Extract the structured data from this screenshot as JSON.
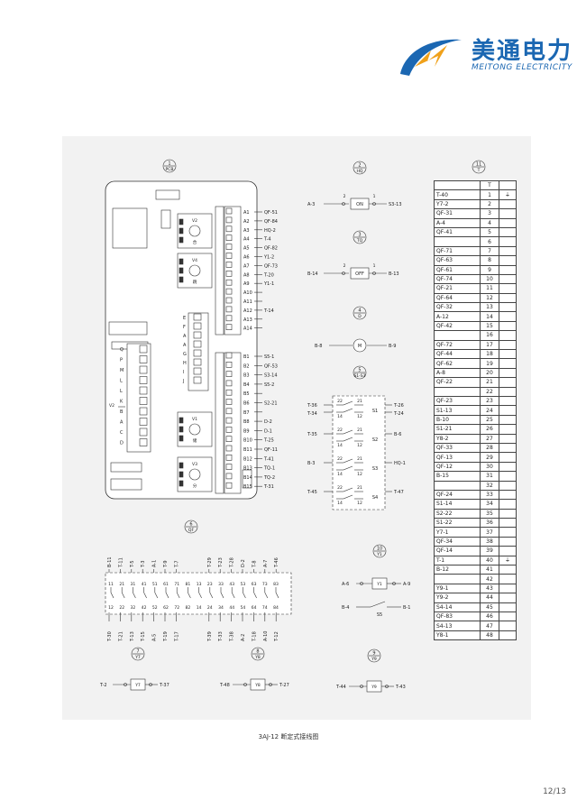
{
  "brand": {
    "name_cn": "美通电力",
    "name_en": "MEITONG ELECTRICITY",
    "primary_color": "#1b67b2",
    "accent_color": "#f0a11a"
  },
  "caption": "3AJ-12 断定式接线图",
  "page": "12/13",
  "components": {
    "pcb": {
      "num": "1",
      "tag": "PCB"
    },
    "hq": {
      "num": "2",
      "tag": "HQ",
      "left": "A-3",
      "right": "S3-13",
      "center": "ON"
    },
    "tq": {
      "num": "3",
      "tag": "TQ",
      "left": "B-14",
      "right": "B-13",
      "center": "OFF"
    },
    "d": {
      "num": "4",
      "tag": "D",
      "left": "B-8",
      "right": "B-9",
      "center": "M"
    },
    "s": {
      "num": "5",
      "tag": "S1-S3"
    },
    "qf": {
      "num": "6",
      "tag": "QF"
    },
    "y1": {
      "num": "10",
      "tag": "Y1",
      "left": "A-6",
      "right": "A-9",
      "left2": "B-4",
      "right2": "B-1",
      "s5": "S5",
      "center": "Y1"
    },
    "y7": {
      "num": "7",
      "tag": "Y7",
      "left": "T-2",
      "right": "T-37",
      "center": "Y7"
    },
    "y8": {
      "num": "8",
      "tag": "Y8",
      "left": "T-48",
      "right": "T-27",
      "center": "Y8"
    },
    "y9": {
      "num": "9",
      "tag": "Y9",
      "left": "T-44",
      "right": "T-43",
      "center": "Y9"
    },
    "terminal": {
      "num": "11",
      "tag": "T"
    }
  },
  "pcb_terminals": [
    {
      "pin": "A1",
      "sig": "QF-51"
    },
    {
      "pin": "A2",
      "sig": "QF-84"
    },
    {
      "pin": "A3",
      "sig": "HQ-2"
    },
    {
      "pin": "A4",
      "sig": "T-4"
    },
    {
      "pin": "A5",
      "sig": "QF-82"
    },
    {
      "pin": "A6",
      "sig": "Y1-2"
    },
    {
      "pin": "A7",
      "sig": "QF-73"
    },
    {
      "pin": "A8",
      "sig": "T-20"
    },
    {
      "pin": "A9",
      "sig": "Y1-1"
    },
    {
      "pin": "A10",
      "sig": ""
    },
    {
      "pin": "A11",
      "sig": ""
    },
    {
      "pin": "A12",
      "sig": "T-14"
    },
    {
      "pin": "A13",
      "sig": ""
    },
    {
      "pin": "A14",
      "sig": ""
    },
    {
      "pin": "B1",
      "sig": "S5-1"
    },
    {
      "pin": "B2",
      "sig": "QF-53"
    },
    {
      "pin": "B3",
      "sig": "S3-14"
    },
    {
      "pin": "B4",
      "sig": "S5-2"
    },
    {
      "pin": "B5",
      "sig": ""
    },
    {
      "pin": "B6",
      "sig": "S2-21"
    },
    {
      "pin": "B7",
      "sig": ""
    },
    {
      "pin": "B8",
      "sig": "D-2"
    },
    {
      "pin": "B9",
      "sig": "D-1"
    },
    {
      "pin": "B10",
      "sig": "T-25"
    },
    {
      "pin": "B11",
      "sig": "QF-11"
    },
    {
      "pin": "B12",
      "sig": "T-41"
    },
    {
      "pin": "B13",
      "sig": "TQ-1"
    },
    {
      "pin": "B14",
      "sig": "TQ-2"
    },
    {
      "pin": "B15",
      "sig": "T-31"
    }
  ],
  "pcb_small_labels": {
    "left_col": [
      "Q",
      "P",
      "M",
      "L",
      "L",
      "K",
      "B",
      "A",
      "C",
      "D"
    ],
    "mid_col": [
      "E",
      "F",
      "A",
      "A",
      "G",
      "H",
      "I",
      "J"
    ],
    "v2_label": "V2",
    "modules": [
      {
        "name": "V2",
        "sub": "合"
      },
      {
        "name": "V4",
        "sub": "跳"
      },
      {
        "name": "V1",
        "sub": "储"
      },
      {
        "name": "V3",
        "sub": "分"
      }
    ]
  },
  "switches": [
    {
      "left": "T-36",
      "right": "T-26",
      "top": "22",
      "top2": "21",
      "bot": "14",
      "bot2": "12",
      "left2": "T-34",
      "right2": "T-24",
      "name": "S1"
    },
    {
      "left": "T-35",
      "right": "B-6",
      "top": "22",
      "top2": "21",
      "bot": "14",
      "bot2": "12",
      "name": "S2"
    },
    {
      "left": "B-3",
      "right": "HQ-1",
      "top": "22",
      "top2": "21",
      "bot": "14",
      "bot2": "12",
      "name": "S3"
    },
    {
      "left": "T-45",
      "right": "T-47",
      "top": "22",
      "top2": "21",
      "bot": "14",
      "bot2": "12",
      "name": "S4"
    }
  ],
  "qf_top_labels": [
    "B-11",
    "T-11",
    "T-5",
    "T-3",
    "A-1",
    "T-9",
    "T-7",
    "T-29",
    "T-23",
    "T-28",
    "D-2",
    "T-8",
    "A-7",
    "T-46"
  ],
  "qf_bottom_labels": [
    "T-30",
    "T-21",
    "T-13",
    "T-15",
    "A-5",
    "T-19",
    "T-17",
    "T-39",
    "T-33",
    "T-38",
    "A-2",
    "T-18",
    "A-10",
    "T-12"
  ],
  "qf_contacts_top": [
    "11",
    "21",
    "31",
    "41",
    "51",
    "61",
    "71",
    "81",
    "13",
    "23",
    "33",
    "43",
    "53",
    "63",
    "73",
    "83"
  ],
  "qf_contacts_bot": [
    "12",
    "22",
    "32",
    "42",
    "52",
    "62",
    "72",
    "82",
    "14",
    "24",
    "34",
    "44",
    "54",
    "64",
    "74",
    "84"
  ],
  "terminal_table": [
    {
      "a": "T-40",
      "n": "1",
      "g": "⏚"
    },
    {
      "a": "Y7-2",
      "n": "2",
      "g": ""
    },
    {
      "a": "QF-31",
      "n": "3",
      "g": ""
    },
    {
      "a": "A-4",
      "n": "4",
      "g": ""
    },
    {
      "a": "QF-41",
      "n": "5",
      "g": ""
    },
    {
      "a": "",
      "n": "6",
      "g": ""
    },
    {
      "a": "QF-71",
      "n": "7",
      "g": ""
    },
    {
      "a": "QF-63",
      "n": "8",
      "g": ""
    },
    {
      "a": "QF-61",
      "n": "9",
      "g": ""
    },
    {
      "a": "QF-74",
      "n": "10",
      "g": ""
    },
    {
      "a": "QF-21",
      "n": "11",
      "g": ""
    },
    {
      "a": "QF-64",
      "n": "12",
      "g": ""
    },
    {
      "a": "QF-32",
      "n": "13",
      "g": ""
    },
    {
      "a": "A-12",
      "n": "14",
      "g": ""
    },
    {
      "a": "QF-42",
      "n": "15",
      "g": ""
    },
    {
      "a": "",
      "n": "16",
      "g": ""
    },
    {
      "a": "QF-72",
      "n": "17",
      "g": ""
    },
    {
      "a": "QF-44",
      "n": "18",
      "g": ""
    },
    {
      "a": "QF-62",
      "n": "19",
      "g": ""
    },
    {
      "a": "A-8",
      "n": "20",
      "g": ""
    },
    {
      "a": "QF-22",
      "n": "21",
      "g": ""
    },
    {
      "a": "",
      "n": "22",
      "g": ""
    },
    {
      "a": "QF-23",
      "n": "23",
      "g": ""
    },
    {
      "a": "S1-13",
      "n": "24",
      "g": ""
    },
    {
      "a": "B-10",
      "n": "25",
      "g": ""
    },
    {
      "a": "S1-21",
      "n": "26",
      "g": ""
    },
    {
      "a": "Y8-2",
      "n": "27",
      "g": ""
    },
    {
      "a": "QF-33",
      "n": "28",
      "g": ""
    },
    {
      "a": "QF-13",
      "n": "29",
      "g": ""
    },
    {
      "a": "QF-12",
      "n": "30",
      "g": ""
    },
    {
      "a": "B-15",
      "n": "31",
      "g": ""
    },
    {
      "a": "",
      "n": "32",
      "g": ""
    },
    {
      "a": "QF-24",
      "n": "33",
      "g": ""
    },
    {
      "a": "S1-14",
      "n": "34",
      "g": ""
    },
    {
      "a": "S2-22",
      "n": "35",
      "g": ""
    },
    {
      "a": "S1-22",
      "n": "36",
      "g": ""
    },
    {
      "a": "Y7-1",
      "n": "37",
      "g": ""
    },
    {
      "a": "QF-34",
      "n": "38",
      "g": ""
    },
    {
      "a": "QF-14",
      "n": "39",
      "g": ""
    },
    {
      "a": "T-1",
      "n": "40",
      "g": "⏚"
    },
    {
      "a": "B-12",
      "n": "41",
      "g": ""
    },
    {
      "a": "",
      "n": "42",
      "g": ""
    },
    {
      "a": "Y9-1",
      "n": "43",
      "g": ""
    },
    {
      "a": "Y9-2",
      "n": "44",
      "g": ""
    },
    {
      "a": "S4-14",
      "n": "45",
      "g": ""
    },
    {
      "a": "QF-83",
      "n": "46",
      "g": ""
    },
    {
      "a": "S4-13",
      "n": "47",
      "g": ""
    },
    {
      "a": "Y8-1",
      "n": "48",
      "g": ""
    }
  ]
}
